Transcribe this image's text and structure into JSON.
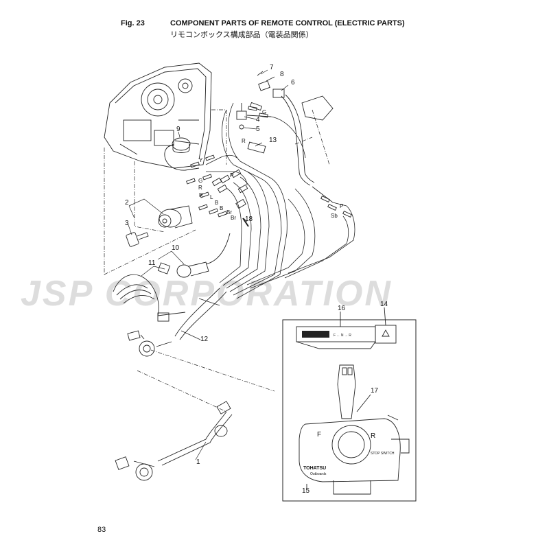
{
  "header": {
    "fig": "Fig. 23",
    "title_en": "COMPONENT PARTS OF REMOTE CONTROL (ELECTRIC PARTS)",
    "title_jp": "リモコンボックス構成部品（電装品関係）"
  },
  "page_number": "83",
  "watermark": "JSP CORPORATION",
  "callouts": [
    "1",
    "2",
    "3",
    "4",
    "5",
    "6",
    "7",
    "8",
    "9",
    "10",
    "11",
    "12",
    "13",
    "14",
    "15",
    "16",
    "17",
    "18"
  ],
  "wire_labels": [
    "G",
    "Y",
    "G",
    "R",
    "R",
    "L",
    "B",
    "B",
    "Br",
    "Br",
    "R",
    "R",
    "G",
    "P",
    "Sb"
  ],
  "panel": {
    "indicator_marks": "F ← N → R",
    "lever_marks": [
      "F",
      "R"
    ],
    "brand": "TOHATSU",
    "brand_sub": "Outboards",
    "stop_switch": "STOP SWITCH"
  }
}
